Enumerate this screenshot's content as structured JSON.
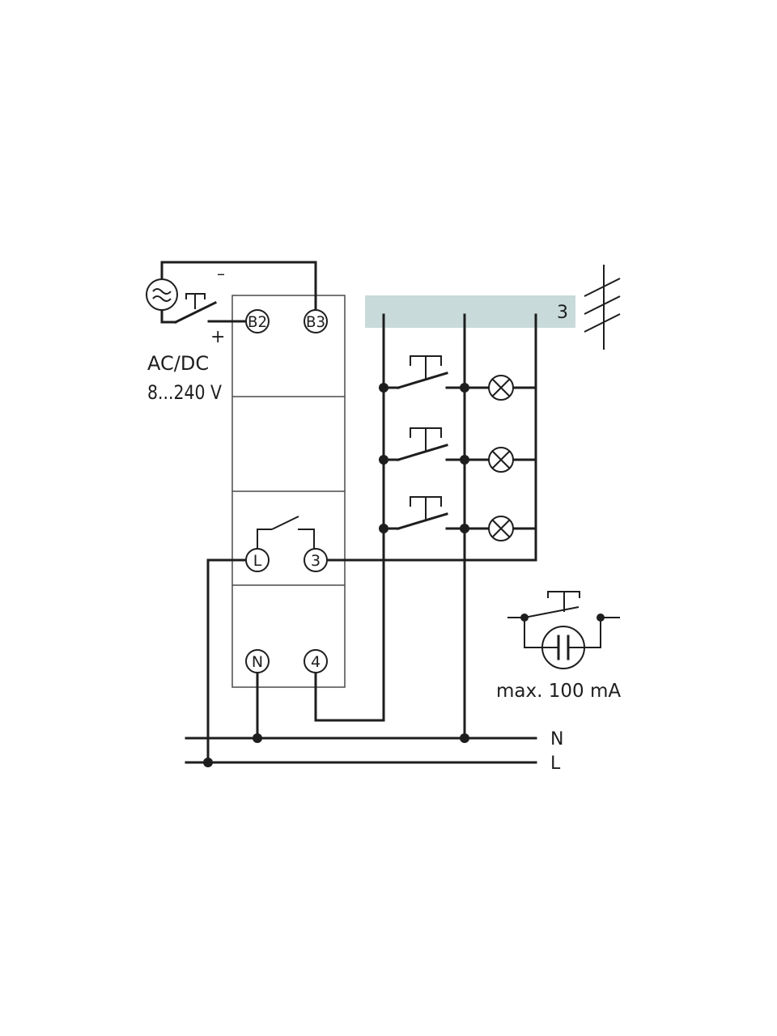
{
  "terminals": {
    "b2": "B2",
    "b3": "B3",
    "l": "L",
    "t3": "3",
    "n": "N",
    "t4": "4"
  },
  "supply": {
    "minus": "–",
    "plus": "+",
    "type": "AC/DC",
    "voltage": "8...240 V"
  },
  "cable": {
    "cores": "3"
  },
  "note": {
    "max_current": "max. 100 mA"
  },
  "bus": {
    "neutral": "N",
    "line": "L"
  },
  "colors": {
    "line": "#1e1e1e",
    "cable_band": "#c8dad9"
  }
}
